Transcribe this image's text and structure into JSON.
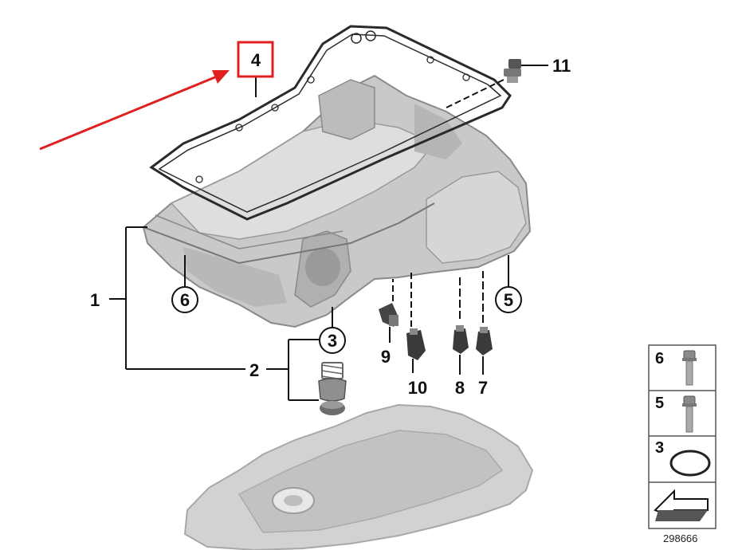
{
  "callouts": {
    "c1": "1",
    "c2": "2",
    "c3": "3",
    "c4": "4",
    "c5": "5",
    "c6": "6",
    "c7": "7",
    "c8": "8",
    "c9": "9",
    "c10": "10",
    "c11": "11"
  },
  "legend": {
    "items": [
      {
        "number": "6",
        "icon": "bolt-icon"
      },
      {
        "number": "5",
        "icon": "bolt-icon"
      },
      {
        "number": "3",
        "icon": "o-ring-icon"
      },
      {
        "number": "",
        "icon": "arrow-pointer-icon"
      }
    ],
    "diagram_id": "298666"
  },
  "highlight": {
    "box_color": "#e02020",
    "arrow_color": "#e02020",
    "target": "4"
  },
  "colors": {
    "part_fill": "#c9c9c9",
    "part_dark": "#9a9a9a",
    "part_light": "#e4e4e4",
    "line": "#111111"
  }
}
